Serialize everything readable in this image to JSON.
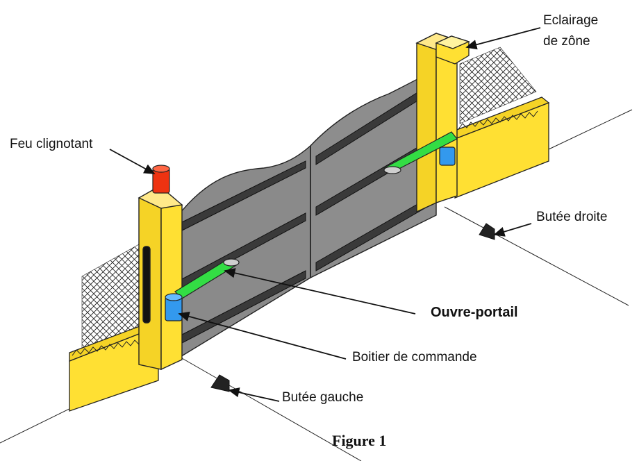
{
  "labels": {
    "eclairage_line1": "Eclairage",
    "eclairage_line2": "de zône",
    "feu": "Feu  clignotant",
    "butee_droite": "Butée droite",
    "ouvre_portail": "Ouvre-portail",
    "boitier": "Boitier de commande",
    "butee_gauche": "Butée gauche"
  },
  "caption": "Figure 1",
  "colors": {
    "pillar": "#ffe033",
    "gate": "#8a8a8a",
    "rail": "#3a3a3a",
    "arm": "#33dd44",
    "motor": "#3399ee",
    "lamp": "#ee3311",
    "stroke": "#111111"
  }
}
